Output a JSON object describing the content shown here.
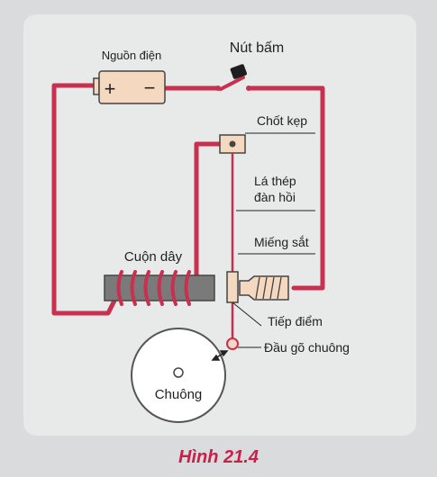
{
  "labels": {
    "power_source": "Nguồn điện",
    "power_plus": "+",
    "power_minus": "−",
    "push_button": "Nút bấm",
    "clamp_pin": "Chốt kẹp",
    "steel_strip_line1": "Lá thép",
    "steel_strip_line2": "đàn hồi",
    "iron_piece": "Miếng sắt",
    "contact_point": "Tiếp điểm",
    "coil": "Cuộn dây",
    "bell_hammer": "Đầu gõ chuông",
    "bell": "Chuông"
  },
  "caption": "Hình 21.4",
  "colors": {
    "wire": "#c8304f",
    "battery_fill": "#f4d9c0",
    "coil_core": "#7a7a7a",
    "bell_fill": "#ffffff",
    "caption": "#c6214a"
  }
}
